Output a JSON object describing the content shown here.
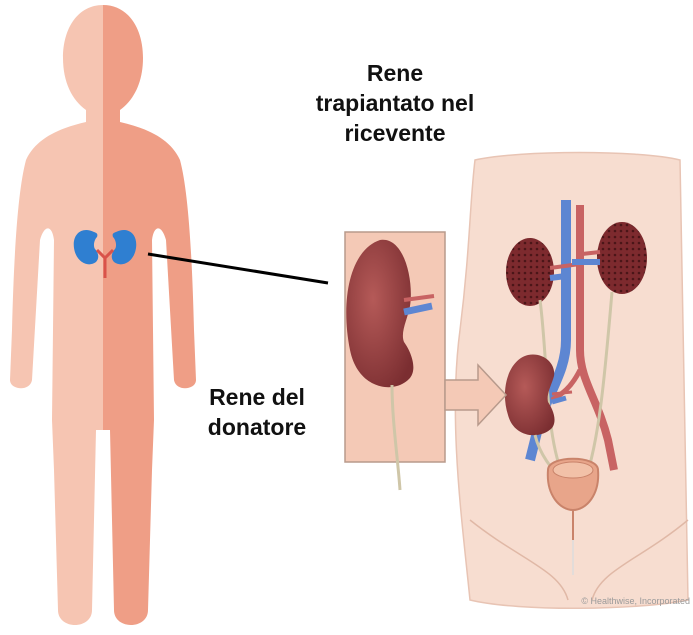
{
  "labels": {
    "recipient_kidney": [
      "Rene",
      "trapiantato nel",
      "ricevente"
    ],
    "donor_kidney": [
      "Rene del",
      "donatore"
    ]
  },
  "credit": "© Healthwise, Incorporated",
  "colors": {
    "body_light": "#f6c5b2",
    "body_dark": "#ef9e86",
    "kidney_blue": "#2f7fd1",
    "ureter_red": "#d9534a",
    "kidney_tissue": "#8f3b3c",
    "vein_blue": "#5d86d2",
    "artery_red": "#c86363",
    "torso_skin": "#f7ddd0"
  },
  "icons": [
    "human-silhouette-icon",
    "kidney-icon",
    "torso-anatomy-icon",
    "arrow-right-icon"
  ]
}
